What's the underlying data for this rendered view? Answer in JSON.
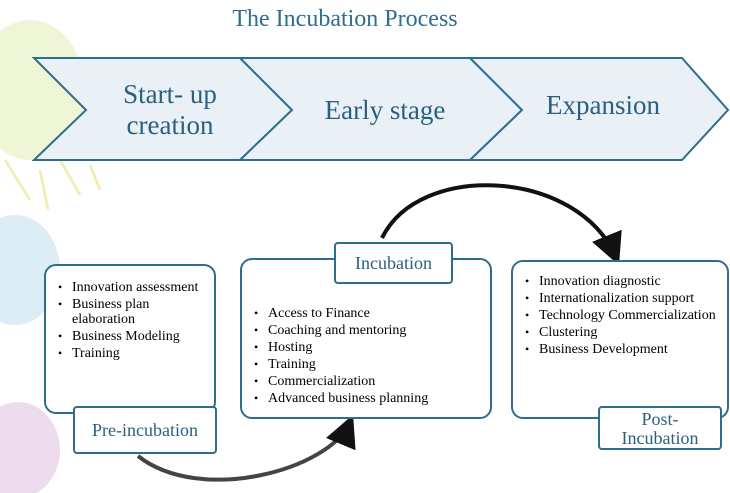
{
  "title": "The Incubation Process",
  "stages": [
    {
      "label": "Start- up\ncreation"
    },
    {
      "label": "Early stage"
    },
    {
      "label": "Expansion"
    }
  ],
  "pre_incubation": {
    "tag": "Pre-incubation",
    "items": [
      "Innovation assessment",
      "Business plan elaboration",
      "Business Modeling",
      "Training"
    ]
  },
  "incubation": {
    "tag": "Incubation",
    "items": [
      "Access to Finance",
      "Coaching and mentoring",
      "Hosting",
      "Training",
      "Commercialization",
      "Advanced business planning"
    ]
  },
  "post_incubation": {
    "tag": "Post-\nIncubation",
    "items": [
      "Innovation diagnostic",
      "Internationalization support",
      "Technology Commercialization",
      "Clustering",
      "Business Development"
    ]
  },
  "colors": {
    "chevron_fill": "#e9f1f7",
    "border": "#2f6d8d",
    "title_text": "#2e6e8e",
    "arrow": "#111111"
  }
}
